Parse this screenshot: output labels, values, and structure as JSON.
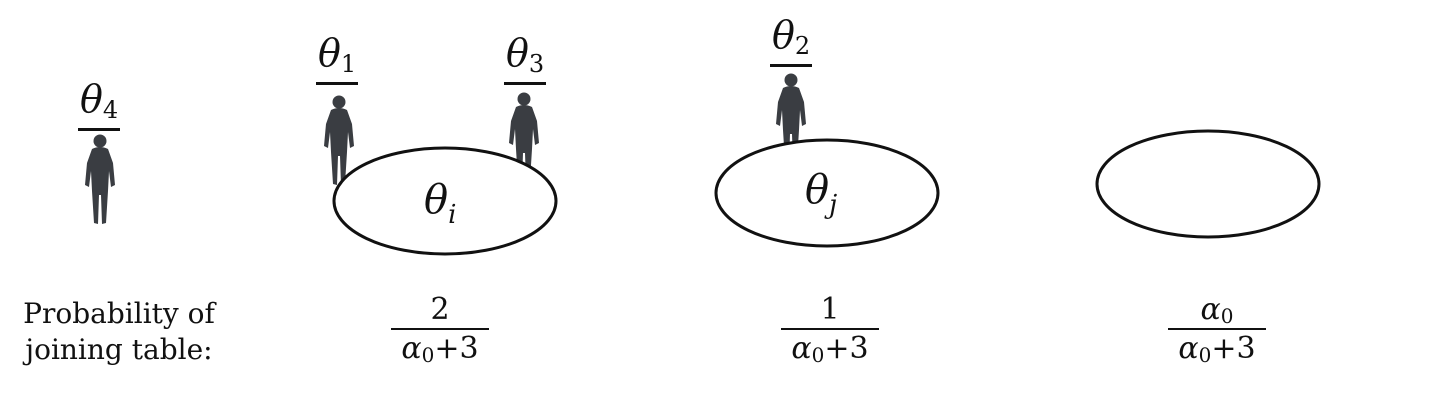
{
  "customers": [
    {
      "symbol": "θ",
      "index": "4"
    },
    {
      "symbol": "θ",
      "index": "1"
    },
    {
      "symbol": "θ",
      "index": "3"
    },
    {
      "symbol": "θ",
      "index": "2"
    }
  ],
  "tables": [
    {
      "symbol": "θ",
      "index": "i"
    },
    {
      "symbol": "θ",
      "index": "j"
    },
    {
      "symbol": "",
      "index": ""
    }
  ],
  "probability": {
    "caption_line1": "Probability of",
    "caption_line2": "joining table:",
    "fractions": [
      {
        "numerator": "2",
        "numerator_is_alpha": false,
        "den_alpha": "α",
        "den_alpha_sub": "0",
        "den_rest": "+3"
      },
      {
        "numerator": "1",
        "numerator_is_alpha": false,
        "den_alpha": "α",
        "den_alpha_sub": "0",
        "den_rest": "+3"
      },
      {
        "numerator": "α",
        "numerator_sub": "0",
        "numerator_is_alpha": true,
        "den_alpha": "α",
        "den_alpha_sub": "0",
        "den_rest": "+3"
      }
    ]
  },
  "colors": {
    "silhouette": "#3a3d42",
    "ink": "#111111",
    "background": "#ffffff"
  }
}
